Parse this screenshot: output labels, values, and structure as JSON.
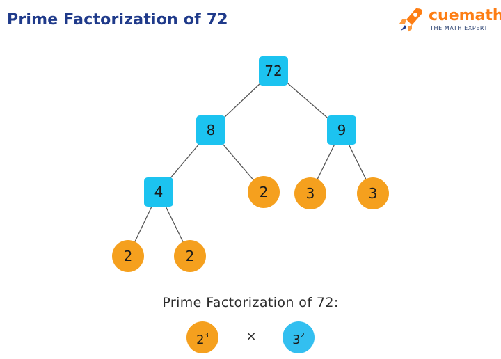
{
  "title": "Prime Factorization of 72",
  "logo": {
    "name": "cuemath",
    "tagline": "THE MATH EXPERT"
  },
  "colors": {
    "composite": "#1cc3f0",
    "prime": "#f5a01e",
    "line": "#555555",
    "title": "#1f3a8a"
  },
  "tree": {
    "nodes": [
      {
        "id": "n72",
        "label": "72",
        "kind": "composite"
      },
      {
        "id": "n8",
        "label": "8",
        "kind": "composite"
      },
      {
        "id": "n9",
        "label": "9",
        "kind": "composite"
      },
      {
        "id": "n4",
        "label": "4",
        "kind": "composite"
      },
      {
        "id": "n2a",
        "label": "2",
        "kind": "prime"
      },
      {
        "id": "n3a",
        "label": "3",
        "kind": "prime"
      },
      {
        "id": "n3b",
        "label": "3",
        "kind": "prime"
      },
      {
        "id": "n2b",
        "label": "2",
        "kind": "prime"
      },
      {
        "id": "n2c",
        "label": "2",
        "kind": "prime"
      }
    ],
    "edges": [
      [
        "n72",
        "n8"
      ],
      [
        "n72",
        "n9"
      ],
      [
        "n8",
        "n4"
      ],
      [
        "n8",
        "n2a"
      ],
      [
        "n9",
        "n3a"
      ],
      [
        "n9",
        "n3b"
      ],
      [
        "n4",
        "n2b"
      ],
      [
        "n4",
        "n2c"
      ]
    ]
  },
  "result": {
    "label": "Prime Factorization of 72:",
    "factor_a": {
      "base": "2",
      "exp": "3"
    },
    "operator": "×",
    "factor_b": {
      "base": "3",
      "exp": "2"
    }
  }
}
